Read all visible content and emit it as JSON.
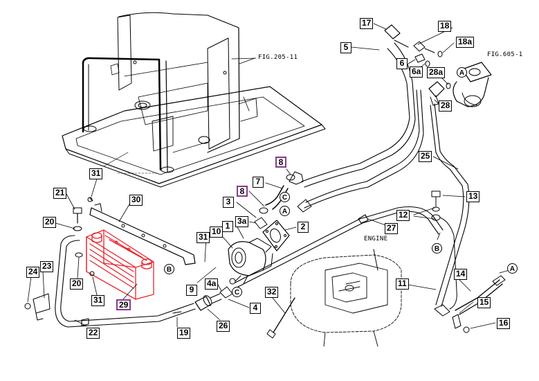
{
  "references": {
    "frame": "FIG.205-11",
    "pump": "FIG.605-1",
    "engine": "ENGINE"
  },
  "colors": {
    "line": "#000000",
    "highlight_part": "#e8242b",
    "highlight_box": "#8a3a8e"
  },
  "callouts": [
    {
      "id": "17",
      "label": "17"
    },
    {
      "id": "18",
      "label": "18"
    },
    {
      "id": "18a",
      "label": "18a"
    },
    {
      "id": "5",
      "label": "5"
    },
    {
      "id": "6",
      "label": "6"
    },
    {
      "id": "6a",
      "label": "6a"
    },
    {
      "id": "28a",
      "label": "28a"
    },
    {
      "id": "28",
      "label": "28"
    },
    {
      "id": "25",
      "label": "25"
    },
    {
      "id": "8-top",
      "label": "8"
    },
    {
      "id": "7",
      "label": "7"
    },
    {
      "id": "8-mid",
      "label": "8"
    },
    {
      "id": "3",
      "label": "3"
    },
    {
      "id": "3a",
      "label": "3a"
    },
    {
      "id": "1",
      "label": "1"
    },
    {
      "id": "2",
      "label": "2"
    },
    {
      "id": "31-top",
      "label": "31"
    },
    {
      "id": "30",
      "label": "30"
    },
    {
      "id": "21",
      "label": "21"
    },
    {
      "id": "20-top",
      "label": "20"
    },
    {
      "id": "10",
      "label": "10"
    },
    {
      "id": "31-mid",
      "label": "31"
    },
    {
      "id": "9",
      "label": "9"
    },
    {
      "id": "4a",
      "label": "4a"
    },
    {
      "id": "4",
      "label": "4"
    },
    {
      "id": "20-bottom",
      "label": "20"
    },
    {
      "id": "31-bottom",
      "label": "31"
    },
    {
      "id": "29",
      "label": "29"
    },
    {
      "id": "24",
      "label": "24"
    },
    {
      "id": "23",
      "label": "23"
    },
    {
      "id": "22",
      "label": "22"
    },
    {
      "id": "19",
      "label": "19"
    },
    {
      "id": "26",
      "label": "26"
    },
    {
      "id": "32",
      "label": "32"
    },
    {
      "id": "27",
      "label": "27"
    },
    {
      "id": "12",
      "label": "12"
    },
    {
      "id": "13",
      "label": "13"
    },
    {
      "id": "11",
      "label": "11"
    },
    {
      "id": "14",
      "label": "14"
    },
    {
      "id": "15",
      "label": "15"
    },
    {
      "id": "16",
      "label": "16"
    }
  ],
  "connectors": [
    {
      "id": "A-pump",
      "label": "A"
    },
    {
      "id": "C-top",
      "label": "C"
    },
    {
      "id": "A-mid",
      "label": "A"
    },
    {
      "id": "B-cooler",
      "label": "B"
    },
    {
      "id": "C-bottom",
      "label": "C"
    },
    {
      "id": "B-right",
      "label": "B"
    },
    {
      "id": "A-right",
      "label": "A"
    }
  ]
}
